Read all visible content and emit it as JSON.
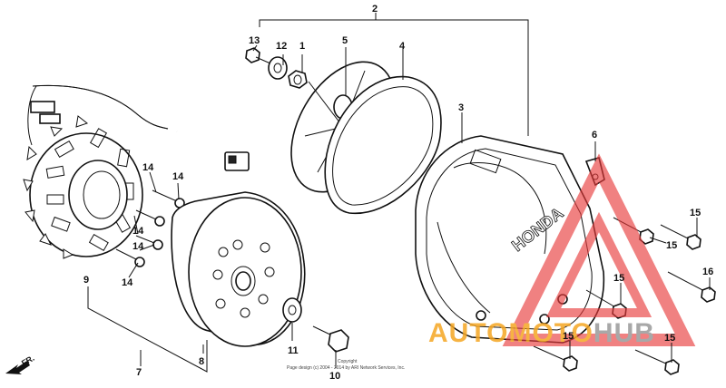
{
  "callouts": {
    "c1": "1",
    "c2": "2",
    "c3": "3",
    "c4": "4",
    "c5": "5",
    "c6": "6",
    "c7": "7",
    "c8": "8",
    "c9": "9",
    "c10": "10",
    "c11": "11",
    "c12": "12",
    "c13": "13",
    "c14a": "14",
    "c14b": "14",
    "c14c": "14",
    "c14d": "14",
    "c15a": "15",
    "c15b": "15",
    "c15c": "15",
    "c15d": "15",
    "c15e": "15",
    "c16": "16"
  },
  "front_marker": "FR.",
  "cover_logo": "HONDA",
  "copyright": {
    "line1": "Copyright",
    "line2": "Page design (c) 2004 - 2014 by ARI Network Services, Inc."
  },
  "watermark": {
    "text_part1": "AUTOMOTO",
    "text_part2": "HUB",
    "color_orange": "#f5a623",
    "color_grey": "#9a9a9a",
    "color_red": "#e83a3a"
  }
}
